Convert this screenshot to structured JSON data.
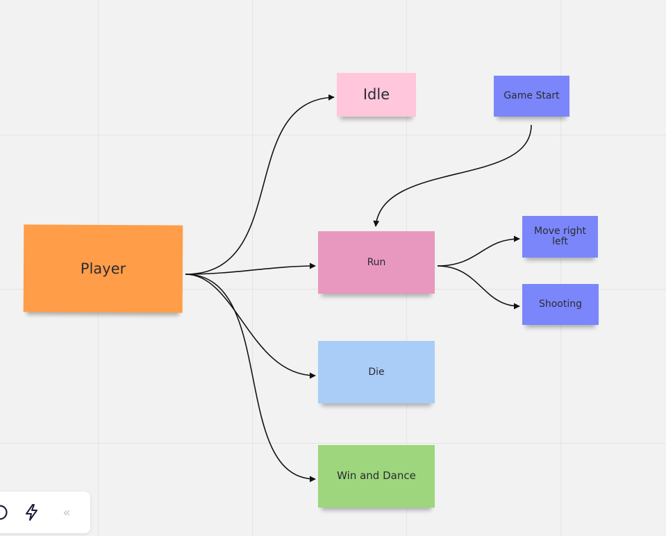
{
  "diagram": {
    "nodes": {
      "player": {
        "label": "Player",
        "color": "#ff9d48"
      },
      "idle": {
        "label": "Idle",
        "color": "#ffc6dc"
      },
      "game_start": {
        "label": "Game Start",
        "color": "#7b86fa"
      },
      "run": {
        "label": "Run",
        "color": "#e898be"
      },
      "move": {
        "label_line1": "Move right",
        "label_line2": "left",
        "color": "#7b86fa"
      },
      "shooting": {
        "label": "Shooting",
        "color": "#7b86fa"
      },
      "die": {
        "label": "Die",
        "color": "#a9cdf6"
      },
      "win": {
        "label": "Win and Dance",
        "color": "#9dd67c"
      }
    },
    "edges": [
      {
        "from": "Player",
        "to": "Idle"
      },
      {
        "from": "Player",
        "to": "Run"
      },
      {
        "from": "Player",
        "to": "Die"
      },
      {
        "from": "Player",
        "to": "Win and Dance"
      },
      {
        "from": "Game Start",
        "to": "Run"
      },
      {
        "from": "Run",
        "to": "Move right left"
      },
      {
        "from": "Run",
        "to": "Shooting"
      }
    ]
  },
  "toolbar": {
    "icons": [
      "circle-tool-icon",
      "lightning-icon",
      "collapse-icon"
    ],
    "collapse_glyph": "«"
  }
}
